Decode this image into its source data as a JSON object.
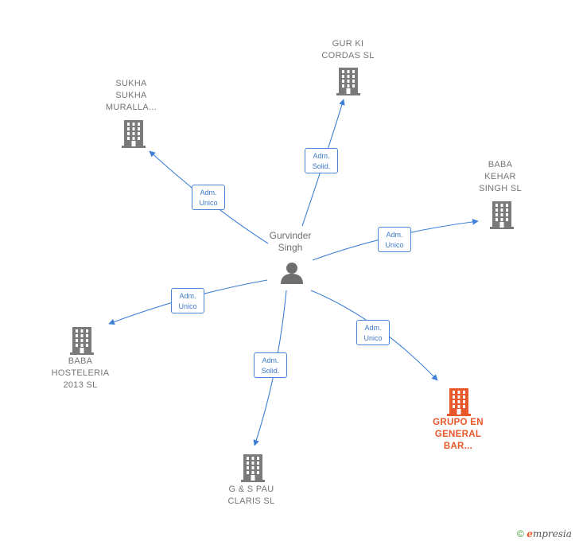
{
  "center": {
    "name": "Gurvinder\nSingh"
  },
  "nodes": [
    {
      "id": "sukha",
      "label": "SUKHA\nSUKHA\nMURALLA...",
      "highlight": false
    },
    {
      "id": "gurki",
      "label": "GUR KI\nCORDAS  SL",
      "highlight": false
    },
    {
      "id": "baba-kehar",
      "label": "BABA\nKEHAR\nSINGH  SL",
      "highlight": false
    },
    {
      "id": "baba-hosteleria",
      "label": "BABA\nHOSTELERIA\n2013  SL",
      "highlight": false
    },
    {
      "id": "gs-pau",
      "label": "G & S PAU\nCLARIS  SL",
      "highlight": false
    },
    {
      "id": "grupo",
      "label": "GRUPO EN\nGENERAL\nBAR...",
      "highlight": true
    }
  ],
  "edges": [
    {
      "target": "sukha",
      "label": "Adm.\nUnico"
    },
    {
      "target": "gurki",
      "label": "Adm.\nSolid."
    },
    {
      "target": "baba-kehar",
      "label": "Adm.\nUnico"
    },
    {
      "target": "baba-hosteleria",
      "label": "Adm.\nUnico"
    },
    {
      "target": "gs-pau",
      "label": "Adm.\nSolid."
    },
    {
      "target": "grupo",
      "label": "Adm.\nUnico"
    }
  ],
  "colors": {
    "edge": "#3d7fd6",
    "building": "#7a7a7a",
    "highlight": "#e8582a",
    "person": "#6e6e6e"
  },
  "footer": {
    "copyright": "©",
    "brand_initial": "e",
    "brand_rest": "mpresia"
  }
}
